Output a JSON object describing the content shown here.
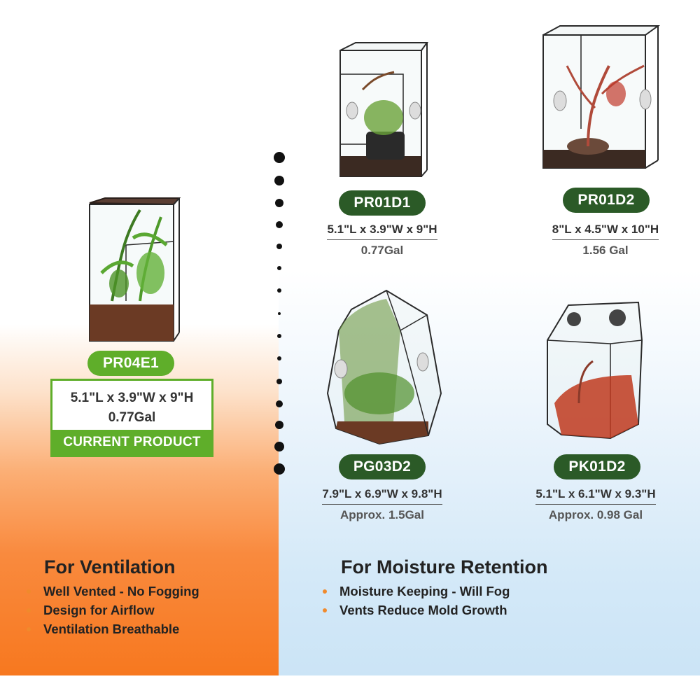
{
  "products": {
    "current": {
      "code": "PR04E1",
      "dimensions": "5.1\"L x 3.9\"W x 9\"H",
      "volume": "0.77Gal",
      "badge": "CURRENT PRODUCT"
    },
    "pr01d1": {
      "code": "PR01D1",
      "dimensions": "5.1\"L x 3.9\"W x 9\"H",
      "volume": "0.77Gal"
    },
    "pr01d2": {
      "code": "PR01D2",
      "dimensions": "8\"L x 4.5\"W x 10\"H",
      "volume": "1.56 Gal"
    },
    "pg03d2": {
      "code": "PG03D2",
      "dimensions": "7.9\"L x 6.9\"W x 9.8\"H",
      "volume": "Approx. 1.5Gal"
    },
    "pk01d2": {
      "code": "PK01D2",
      "dimensions": "5.1\"L x 6.1\"W x 9.3\"H",
      "volume": "Approx. 0.98 Gal"
    }
  },
  "ventilation": {
    "title": "For Ventilation",
    "items": [
      "Well Vented - No Fogging",
      "Design for Airflow",
      "Ventilation Breathable"
    ]
  },
  "moisture": {
    "title": "For Moisture Retention",
    "items": [
      "Moisture Keeping - Will Fog",
      "Vents Reduce Mold Growth"
    ]
  },
  "colors": {
    "dark_green": "#2b5a27",
    "light_green": "#5fae2a",
    "orange": "#f7781f",
    "bullet": "#f08a2c",
    "light_blue": "#cbe4f6"
  }
}
